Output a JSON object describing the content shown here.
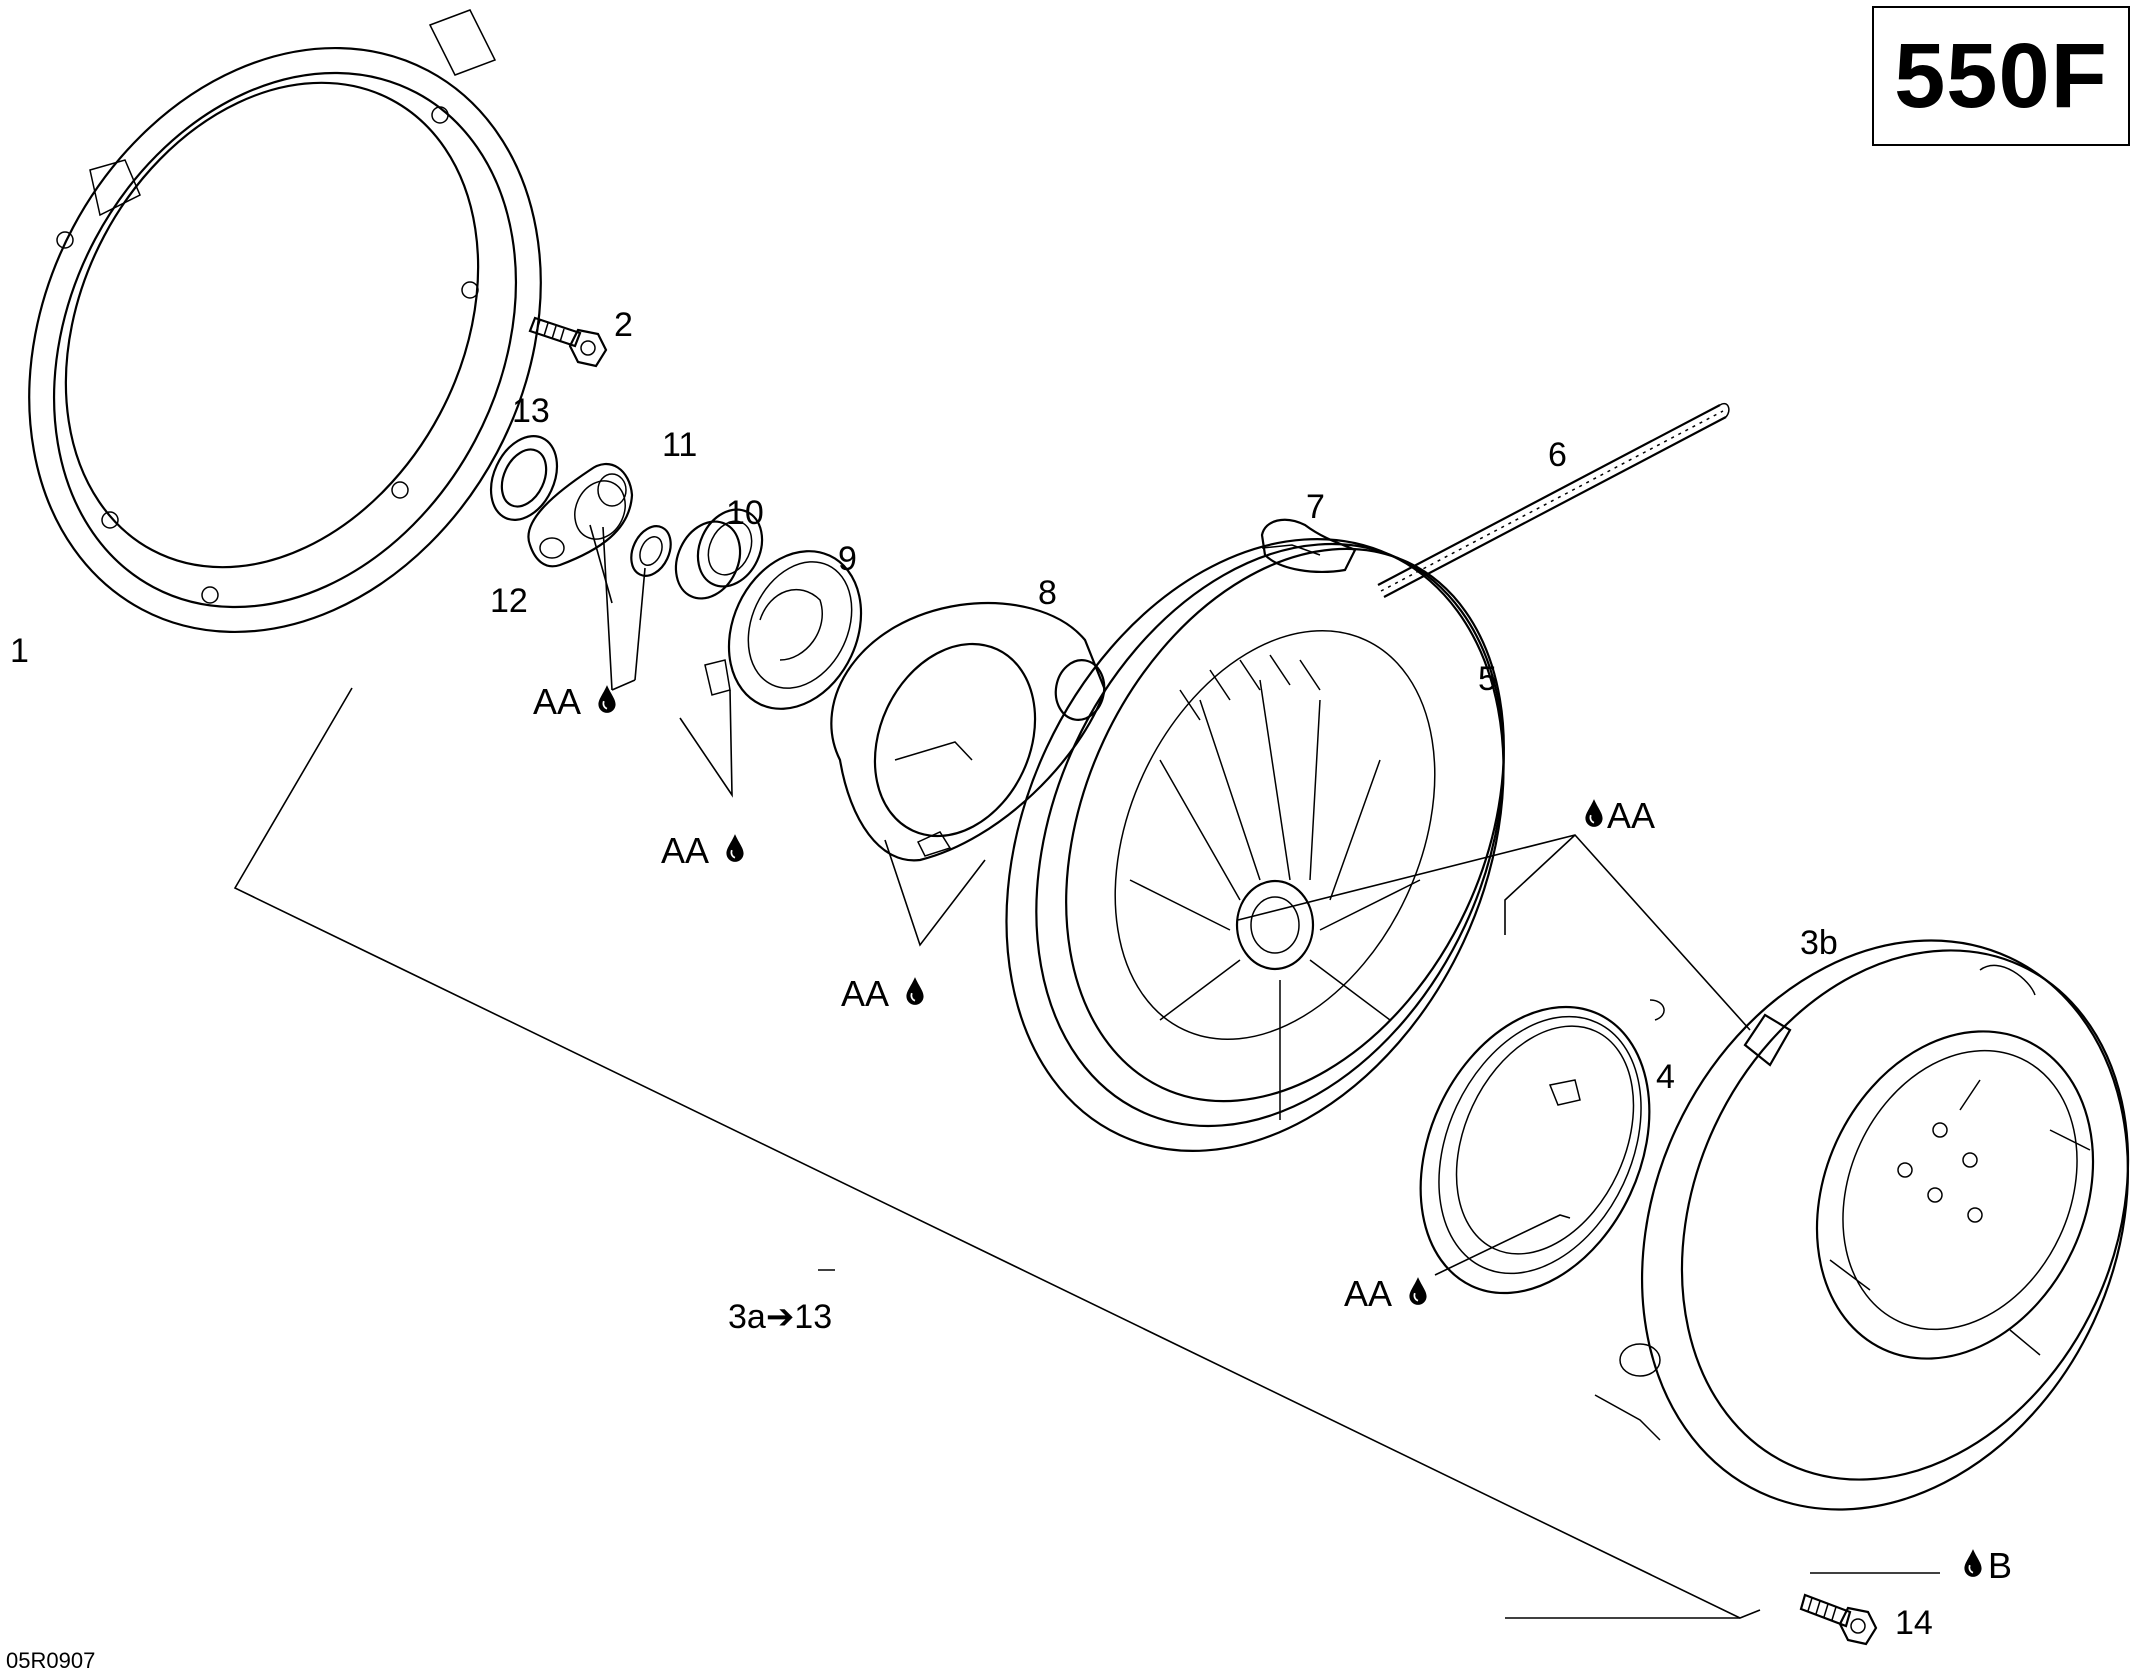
{
  "model_label": "550F",
  "drawing_ref": "05R0907",
  "callouts": {
    "c1": "1",
    "c2": "2",
    "c3b": "3b",
    "c3a": "3a➔13",
    "c4": "4",
    "c5": "5",
    "c6": "6",
    "c7": "7",
    "c8": "8",
    "c9": "9",
    "c10": "10",
    "c11": "11",
    "c12": "12",
    "c13": "13",
    "c14": "14"
  },
  "lube_marks": {
    "aa": "AA",
    "b": "B"
  },
  "icons": [
    "oil-drop-icon"
  ]
}
